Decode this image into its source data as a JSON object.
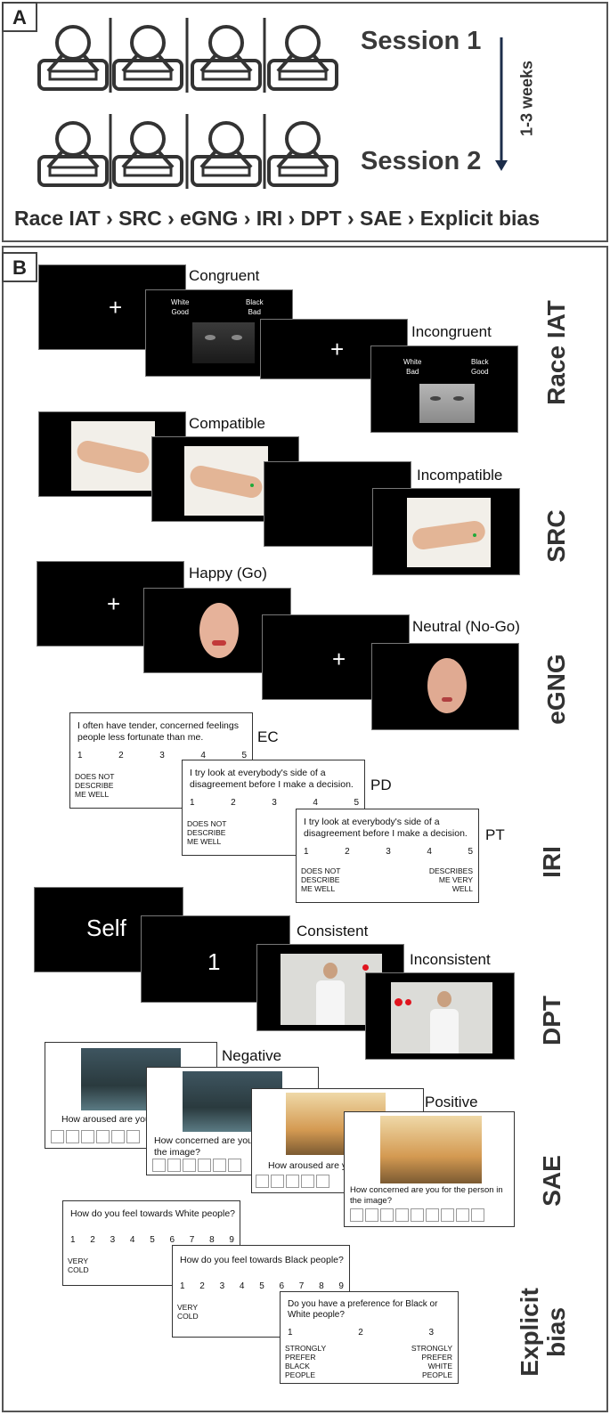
{
  "panels": {
    "a": "A",
    "b": "B"
  },
  "sessions": {
    "s1": "Session 1",
    "s2": "Session 2",
    "interval": "1-3 weeks"
  },
  "task_sequence": "Race IAT › SRC › eGNG › IRI › DPT › SAE › Explicit bias",
  "race_iat": {
    "label": "Race IAT",
    "congruent": "Congruent",
    "incongruent": "Incongruent",
    "congruent_left": "White\nGood",
    "congruent_right": "Black\nBad",
    "incongruent_left": "White\nBad",
    "incongruent_right": "Black\nGood",
    "fixation": "+"
  },
  "src": {
    "label": "SRC",
    "compatible": "Compatible",
    "incompatible": "Incompatible"
  },
  "egng": {
    "label": "eGNG",
    "go": "Happy (Go)",
    "nogo": "Neutral (No-Go)",
    "fixation": "+"
  },
  "iri": {
    "label": "IRI",
    "ec_tag": "EC",
    "pd_tag": "PD",
    "pt_tag": "PT",
    "ec_q": "I often have tender, concerned feelings people less fortunate than me.",
    "pd_q": "I try look at everybody's side of a disagreement before I make a decision.",
    "pt_q": "I try look at everybody's side of a disagreement before I make a decision.",
    "scale": [
      "1",
      "2",
      "3",
      "4",
      "5"
    ],
    "low_anchor": "DOES NOT\nDESCRIBE\nME WELL",
    "high_anchor": "DESCRIBES\nME VERY\nWELL"
  },
  "dpt": {
    "label": "DPT",
    "self": "Self",
    "number": "1",
    "consistent": "Consistent",
    "inconsistent": "Inconsistent"
  },
  "sae": {
    "label": "SAE",
    "negative": "Negative",
    "positive": "Positive",
    "q_aroused": "How aroused are you",
    "q_concerned_neg": "How concerned are you fo\nthe image?",
    "q_aroused_pos": "How aroused are yo",
    "q_concerned_pos": "How concerned are you for the person in\nthe image?"
  },
  "explicit": {
    "label": "Explicit\nbias",
    "q_white": "How do you feel towards White people?",
    "q_black": "How do you feel towards Black people?",
    "q_pref": "Do you have a preference for Black or\nWhite people?",
    "scale9": [
      "1",
      "2",
      "3",
      "4",
      "5",
      "6",
      "7",
      "8",
      "9"
    ],
    "scale3": [
      "1",
      "2",
      "3"
    ],
    "cold": "VERY\nCOLD",
    "pref_black": "STRONGLY\nPREFER\nBLACK\nPEOPLE",
    "pref_white": "STRONGLY\nPREFER\nWHITE\nPEOPLE"
  },
  "colors": {
    "arrow": "#1c2d4a",
    "dot_green": "#1faa3a",
    "dot_red": "#e0141e"
  }
}
